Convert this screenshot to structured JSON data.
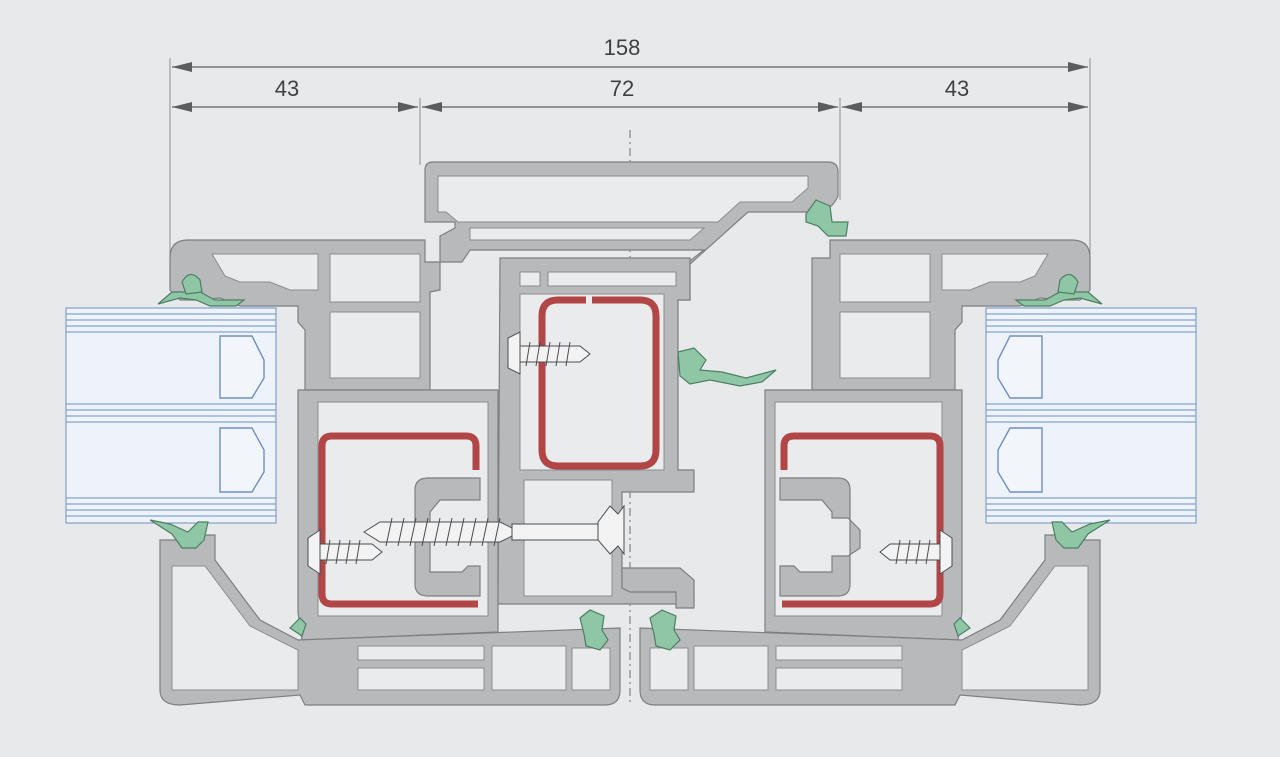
{
  "dimensions": {
    "overall": "158",
    "left": "43",
    "middle": "72",
    "right": "43"
  },
  "colors": {
    "background": "#e8e9ea",
    "profile": "#b7b9bb",
    "steel_reinforcement": "#b24545",
    "gasket": "#8fc6a6",
    "glazing": "#6f8fc3"
  }
}
